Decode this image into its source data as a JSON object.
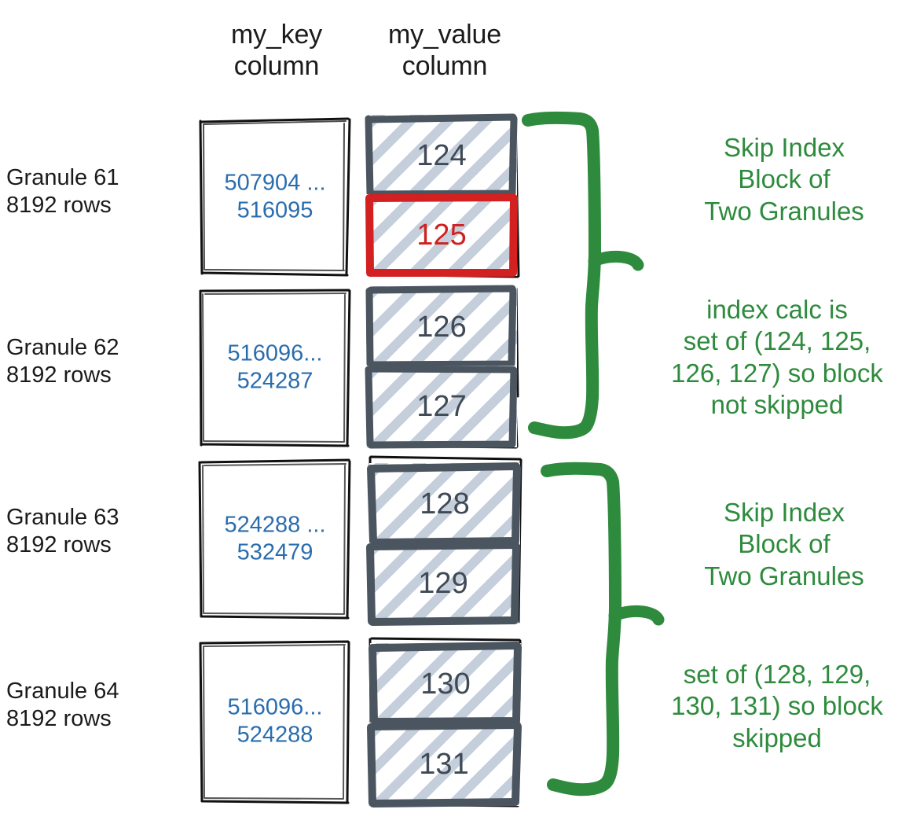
{
  "headers": {
    "key_column": "my_key\ncolumn",
    "value_column": "my_value\ncolumn"
  },
  "colors": {
    "key_text": "#2a6dad",
    "value_text": "#3f4a56",
    "highlight": "#cc2222",
    "note_green": "#2e8b3d",
    "hatch": "#c5cfdb",
    "cell_border": "#4b5560",
    "box_border": "#111111",
    "background": "#ffffff"
  },
  "granules": [
    {
      "label": "Granule 61\n8192 rows",
      "key_range": "507904 ...\n516095",
      "values": [
        {
          "text": "124",
          "highlighted": false
        },
        {
          "text": "125",
          "highlighted": true
        }
      ]
    },
    {
      "label": "Granule 62\n8192 rows",
      "key_range": "516096...\n524287",
      "values": [
        {
          "text": "126",
          "highlighted": false
        },
        {
          "text": "127",
          "highlighted": false
        }
      ]
    },
    {
      "label": "Granule 63\n8192 rows",
      "key_range": "524288 ...\n532479",
      "values": [
        {
          "text": "128",
          "highlighted": false
        },
        {
          "text": "129",
          "highlighted": false
        }
      ]
    },
    {
      "label": "Granule 64\n8192 rows",
      "key_range": "516096...\n524288",
      "values": [
        {
          "text": "130",
          "highlighted": false
        },
        {
          "text": "131",
          "highlighted": false
        }
      ]
    }
  ],
  "notes": [
    {
      "text": "Skip Index\nBlock of\nTwo Granules"
    },
    {
      "text": "index calc is\nset of (124, 125,\n126, 127) so block\nnot skipped"
    },
    {
      "text": "Skip Index\nBlock of\nTwo Granules"
    },
    {
      "text": "set of (128, 129,\n130, 131) so block\nskipped"
    }
  ],
  "brackets": [
    {
      "name": "skip-index-block-bracket-1"
    },
    {
      "name": "skip-index-block-bracket-2"
    }
  ]
}
